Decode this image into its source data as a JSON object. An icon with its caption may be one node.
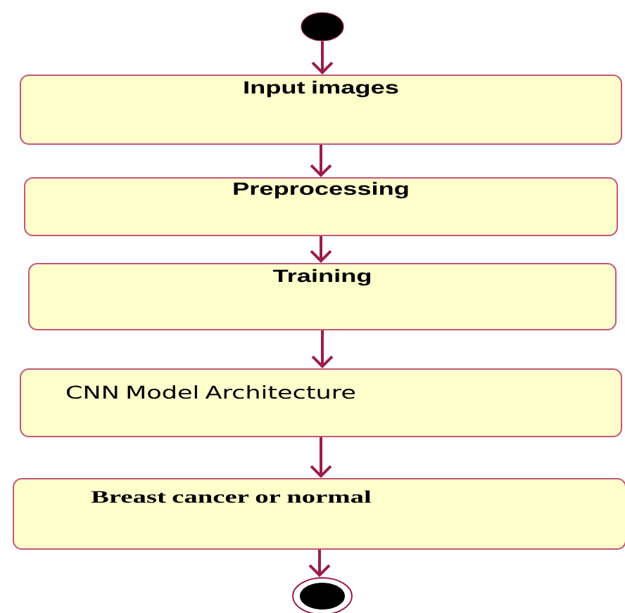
{
  "diagram": {
    "nodes": [
      {
        "text": [],
        "shape": "circle"
      },
      {
        "text": [
          "Input images"
        ]
      },
      {
        "text": [
          "Preprocessing"
        ]
      },
      {
        "text": [
          "Training"
        ]
      },
      {
        "text": [
          "CNN Model Architecture"
        ]
      },
      {
        "text": [
          "Breast cancer or normal"
        ]
      },
      {
        "text": [],
        "shape": "circle"
      }
    ],
    "edges": [
      {
        "from": 0,
        "to": 1,
        "arrow": "to"
      },
      {
        "from": 1,
        "to": 2,
        "arrow": "to"
      },
      {
        "from": 2,
        "to": 3,
        "arrow": "to"
      },
      {
        "from": 3,
        "to": 4,
        "arrow": "to"
      },
      {
        "from": 4,
        "to": 5,
        "arrow": "to"
      },
      {
        "from": 5,
        "to": 6,
        "arrow": "to"
      }
    ]
  }
}
